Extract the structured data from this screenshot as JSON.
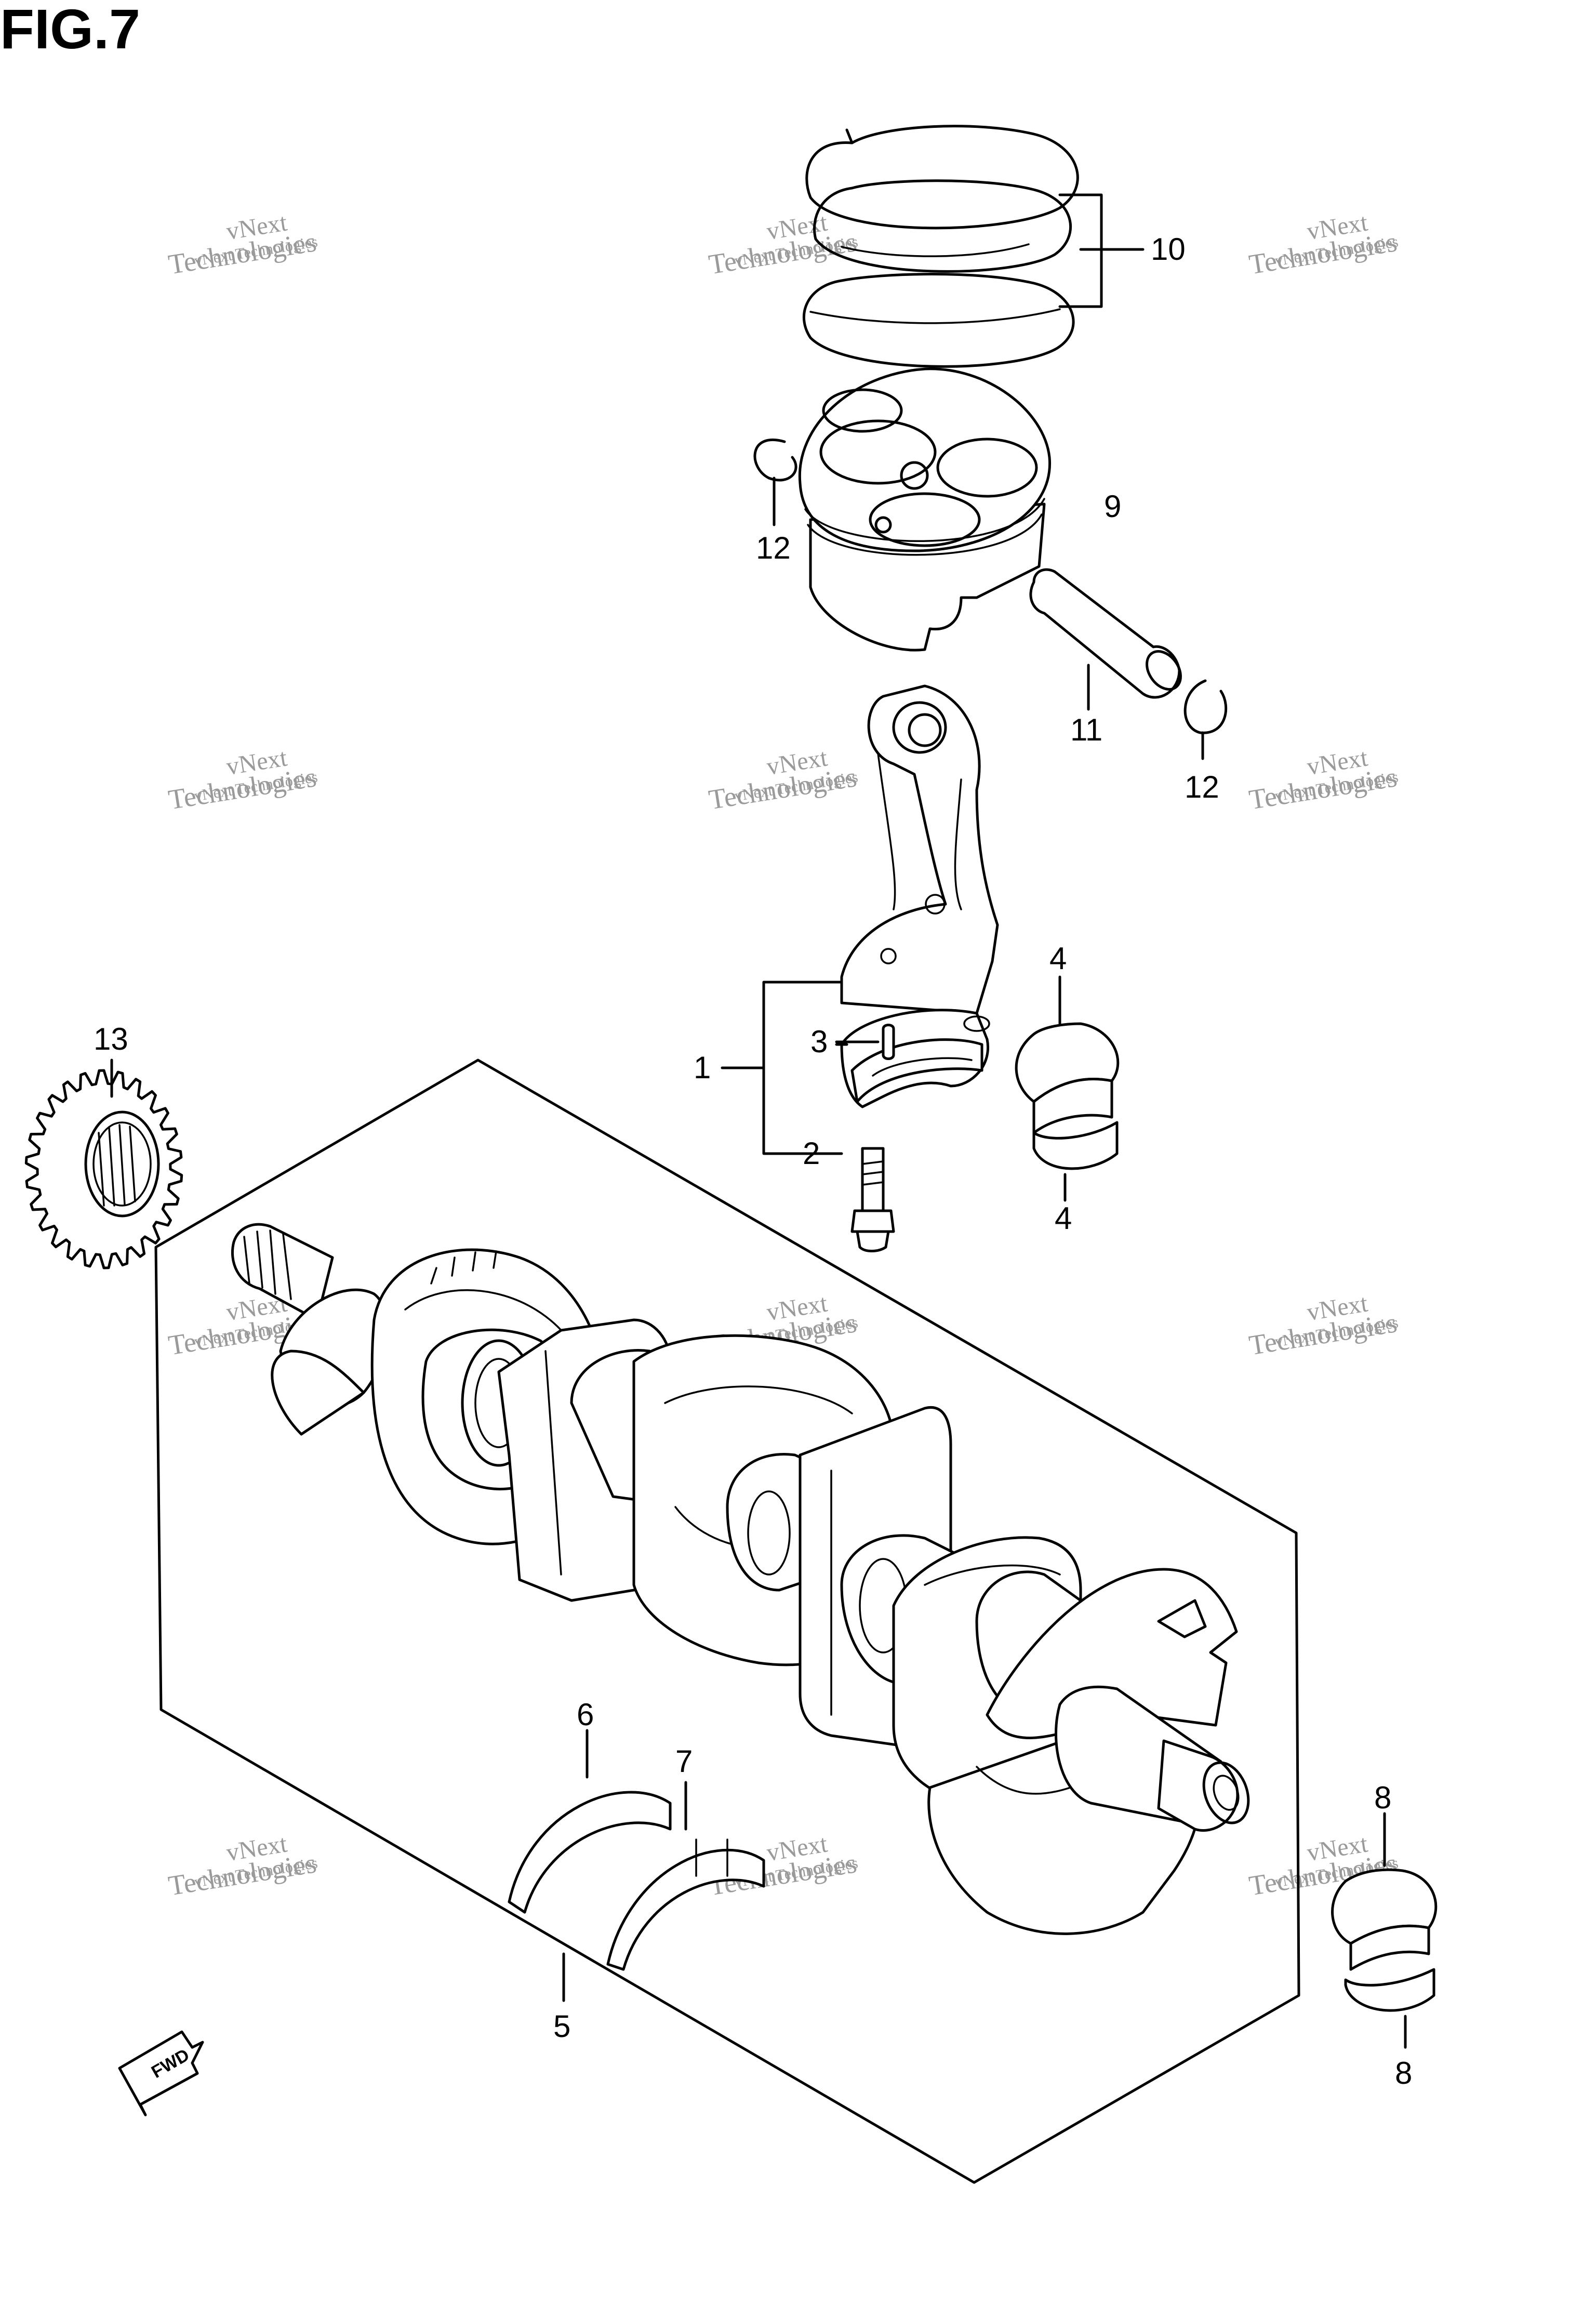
{
  "figure": {
    "title": "FIG.7"
  },
  "callouts": {
    "c1": "1",
    "c2": "2",
    "c3": "3",
    "c4_top": "4",
    "c4_bottom": "4",
    "c5": "5",
    "c6": "6",
    "c7": "7",
    "c8_top": "8",
    "c8_bottom": "8",
    "c9": "9",
    "c10": "10",
    "c11": "11",
    "c12_left": "12",
    "c12_right": "12",
    "c13": "13"
  },
  "watermark": {
    "line1": "vNext",
    "line2": "Technologies",
    "combined": "vNext Technologies"
  },
  "direction_arrow": {
    "label": "FWD"
  },
  "colors": {
    "line": "#000000",
    "background": "#ffffff",
    "watermark": "#9a9a9a"
  }
}
